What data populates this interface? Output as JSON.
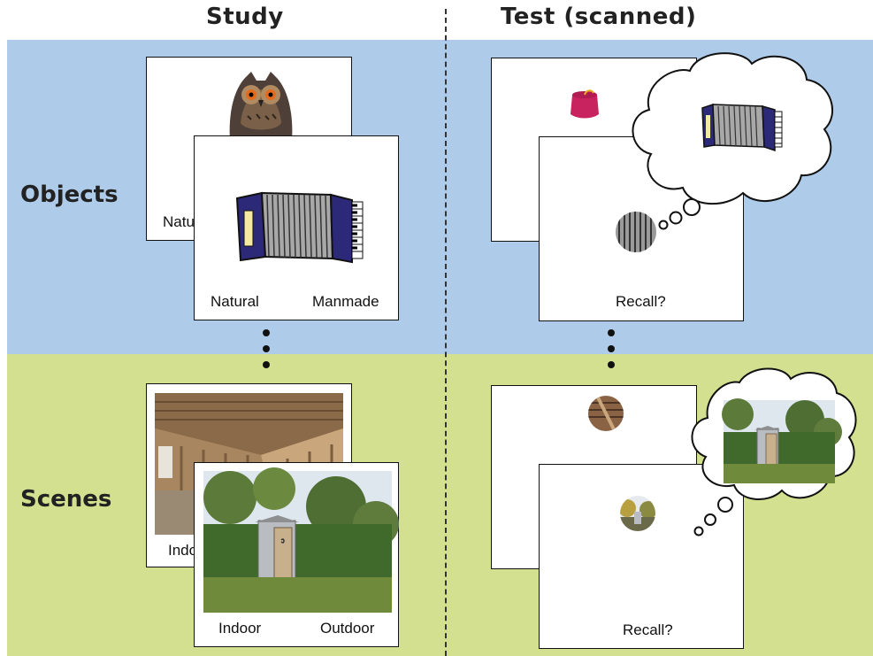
{
  "columns": {
    "study": "Study",
    "test": "Test (scanned)"
  },
  "rows": {
    "objects": "Objects",
    "scenes": "Scenes"
  },
  "colors": {
    "objects_band": "#aecbea",
    "scenes_band": "#d2e08f"
  },
  "study": {
    "objects": {
      "back_card_label": "Natu",
      "front_left_label": "Natural",
      "front_right_label": "Manmade"
    },
    "scenes": {
      "back_card_label": "Indo",
      "front_left_label": "Indoor",
      "front_right_label": "Outdoor"
    }
  },
  "test": {
    "objects": {
      "prompt": "Recall?"
    },
    "scenes": {
      "prompt": "Recall?"
    }
  },
  "icons": [
    "owl-image",
    "accordion-image",
    "fez-hat-image",
    "attic-scene-image",
    "outhouse-scene-image",
    "thought-bubble"
  ]
}
